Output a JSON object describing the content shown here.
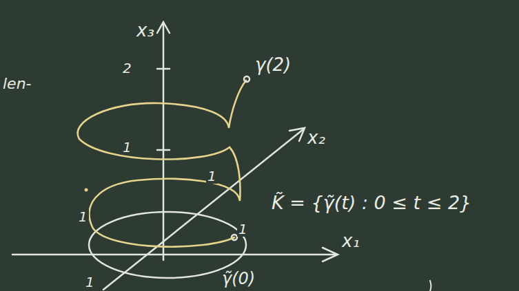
{
  "diagram": {
    "labels": [
      "x₃",
      "2",
      "1",
      "γ(2)",
      "x₂",
      "1",
      "1",
      "K̃ = {γ̃(t) : 0 ≤ t ≤ 2}",
      "x₁",
      "1",
      "γ̃(0)",
      "1",
      "len-"
    ]
  }
}
